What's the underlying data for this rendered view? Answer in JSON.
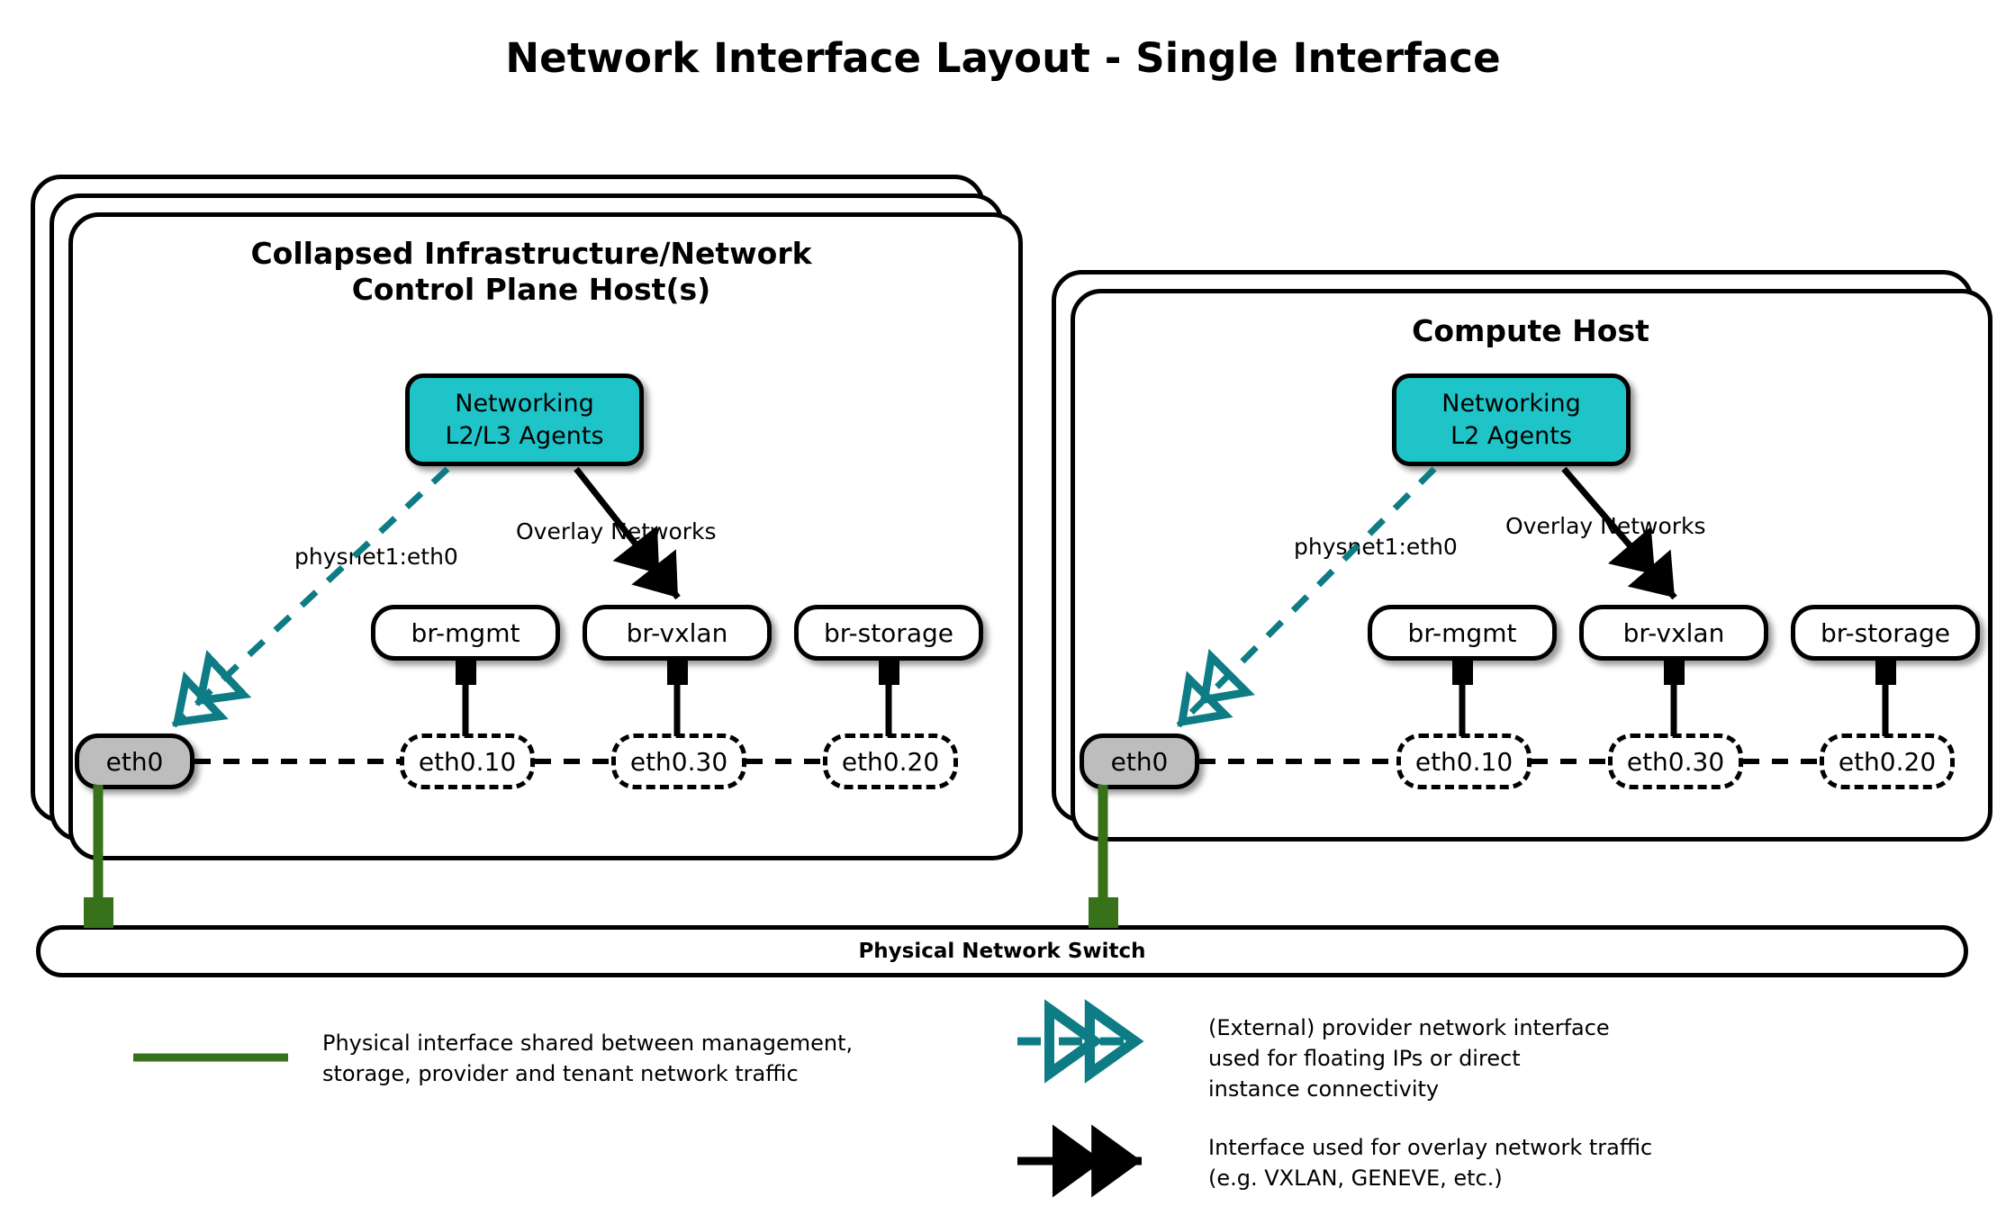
{
  "title": "Network Interface Layout - Single Interface",
  "colors": {
    "agent_fill": "#1EC4C8",
    "nic_fill": "#BDBDBD",
    "provider_link": "#0E7C84",
    "physical_link": "#37721B",
    "outline": "#000000",
    "background": "#FFFFFF"
  },
  "hosts": [
    {
      "id": "control-plane-host",
      "title": "Collapsed Infrastructure/Network\nControl Plane Host(s)",
      "stack_layers": 3,
      "agent": {
        "line1": "Networking",
        "line2": "L2/L3 Agents"
      },
      "labels": {
        "provider": "physnet1:eth0",
        "overlay": "Overlay Networks"
      },
      "nic": "eth0",
      "bridges": [
        "br-mgmt",
        "br-vxlan",
        "br-storage"
      ],
      "vlans": [
        "eth0.10",
        "eth0.30",
        "eth0.20"
      ]
    },
    {
      "id": "compute-host",
      "title": "Compute Host",
      "stack_layers": 2,
      "agent": {
        "line1": "Networking",
        "line2": "L2 Agents"
      },
      "labels": {
        "provider": "physnet1:eth0",
        "overlay": "Overlay Networks"
      },
      "nic": "eth0",
      "bridges": [
        "br-mgmt",
        "br-vxlan",
        "br-storage"
      ],
      "vlans": [
        "eth0.10",
        "eth0.30",
        "eth0.20"
      ]
    }
  ],
  "switch": {
    "label": "Physical Network Switch"
  },
  "legend": [
    {
      "id": "physical-interface",
      "style": "solid-green-line",
      "text": "Physical interface shared between management,\nstorage, provider and tenant network traffic"
    },
    {
      "id": "provider-interface",
      "style": "dashed-teal-double-arrow",
      "text": "(External) provider network interface\nused for floating IPs or direct\ninstance connectivity"
    },
    {
      "id": "overlay-interface",
      "style": "solid-black-double-arrow",
      "text": "Interface used for overlay network traffic\n(e.g. VXLAN, GENEVE, etc.)"
    }
  ]
}
